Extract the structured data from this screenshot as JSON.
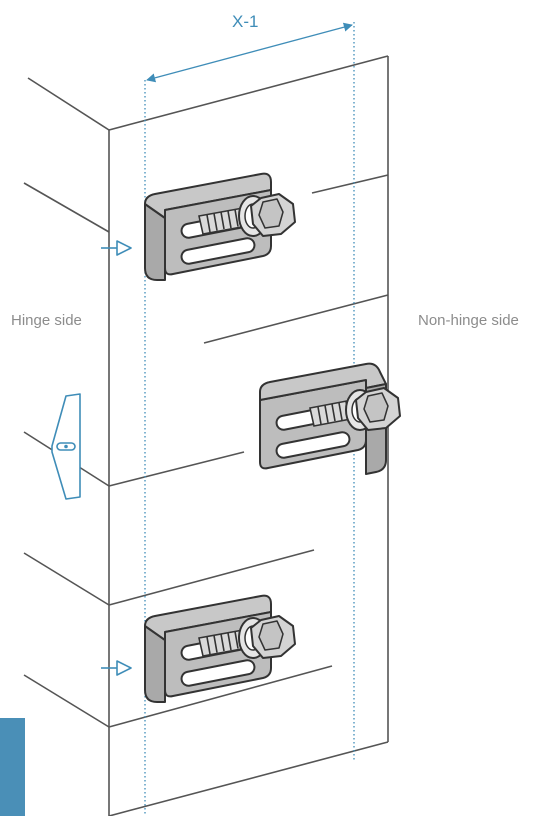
{
  "labels": {
    "dimension": "X-1",
    "hinge_side": "Hinge side",
    "non_hinge_side": "Non-hinge side"
  },
  "colors": {
    "accent": "#3f8db8",
    "tab": "#4a8fb7",
    "line": "#555555",
    "bracket_fill": "#b9b9b9",
    "bracket_stroke": "#333333",
    "label_gray": "#8c8c8c"
  },
  "icons": {
    "bracket": "mounting-bracket-icon",
    "bolt": "hex-bolt-icon",
    "arrow": "hinge-arrow-icon",
    "hinge": "hinge-icon"
  }
}
